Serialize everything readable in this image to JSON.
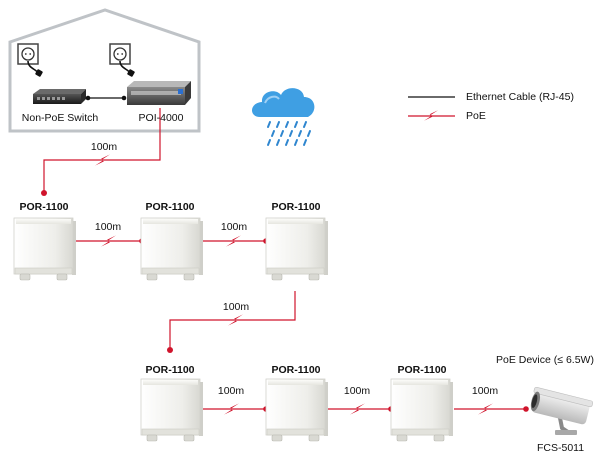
{
  "house": {
    "switch_label": "Non-PoE Switch",
    "injector_label": "POI-4000"
  },
  "legend": {
    "ethernet_label": "Ethernet Cable (RJ-45)",
    "poe_label": "PoE"
  },
  "links": {
    "distance": "100m"
  },
  "repeaters": {
    "label": "POR-1100"
  },
  "endpoint": {
    "title": "PoE Device (≤ 6.5W)",
    "model": "FCS-5011"
  },
  "colors": {
    "poe_red": "#d0142c",
    "cable_black": "#111111",
    "house_outline": "#bfc3c7",
    "cloud_blue": "#3f9fe3",
    "rain_blue": "#2f86cf"
  }
}
